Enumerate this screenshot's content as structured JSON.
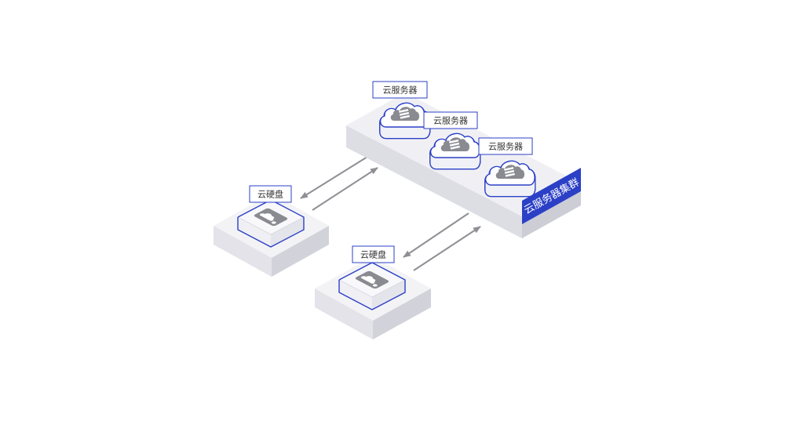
{
  "diagram": {
    "cluster_label": "云服务器集群",
    "servers": [
      {
        "label": "云服务器",
        "icon": "cloud-server-icon"
      },
      {
        "label": "云服务器",
        "icon": "cloud-server-icon"
      },
      {
        "label": "云服务器",
        "icon": "cloud-server-icon"
      }
    ],
    "disks": [
      {
        "label": "云硬盘",
        "icon": "cloud-disk-icon"
      },
      {
        "label": "云硬盘",
        "icon": "cloud-disk-icon"
      }
    ]
  },
  "colors": {
    "accent": "#2b40c6",
    "arrow": "#8f8f95",
    "icon": "#8a8a91"
  }
}
